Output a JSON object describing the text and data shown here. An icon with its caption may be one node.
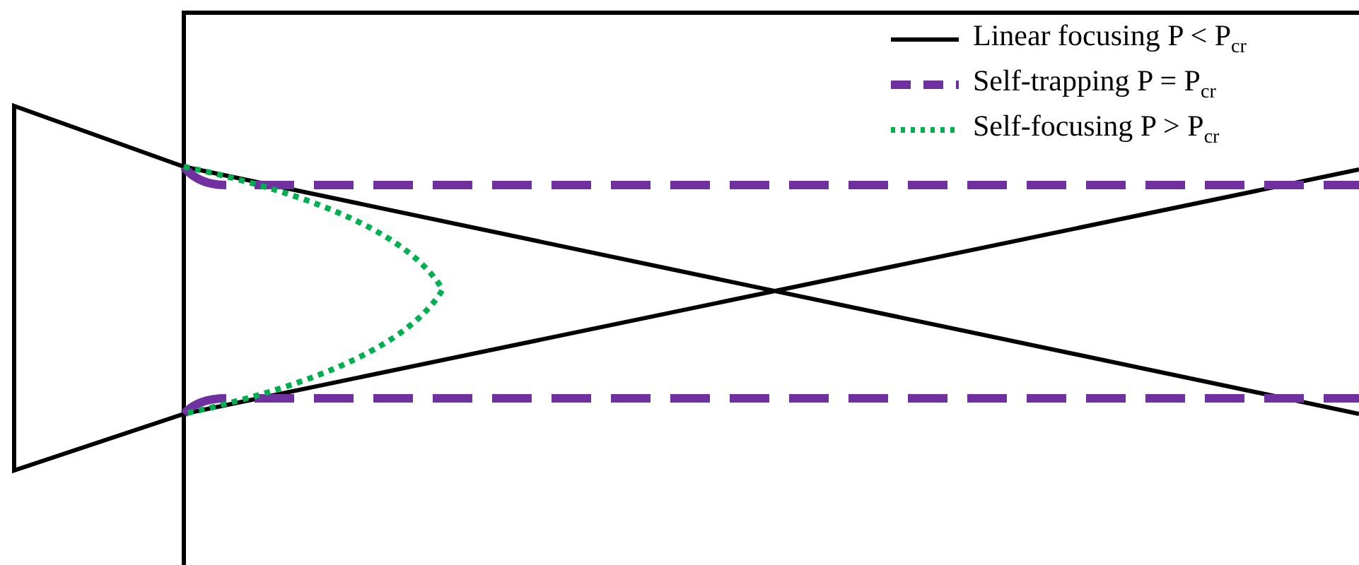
{
  "diagram": {
    "legend": [
      {
        "text": "Linear focusing P < P$_{cr}$"
      },
      {
        "text": "Self-trapping P = P$_{cr}$"
      },
      {
        "text": "Self-focusing P > P$_{cr}$"
      }
    ]
  }
}
